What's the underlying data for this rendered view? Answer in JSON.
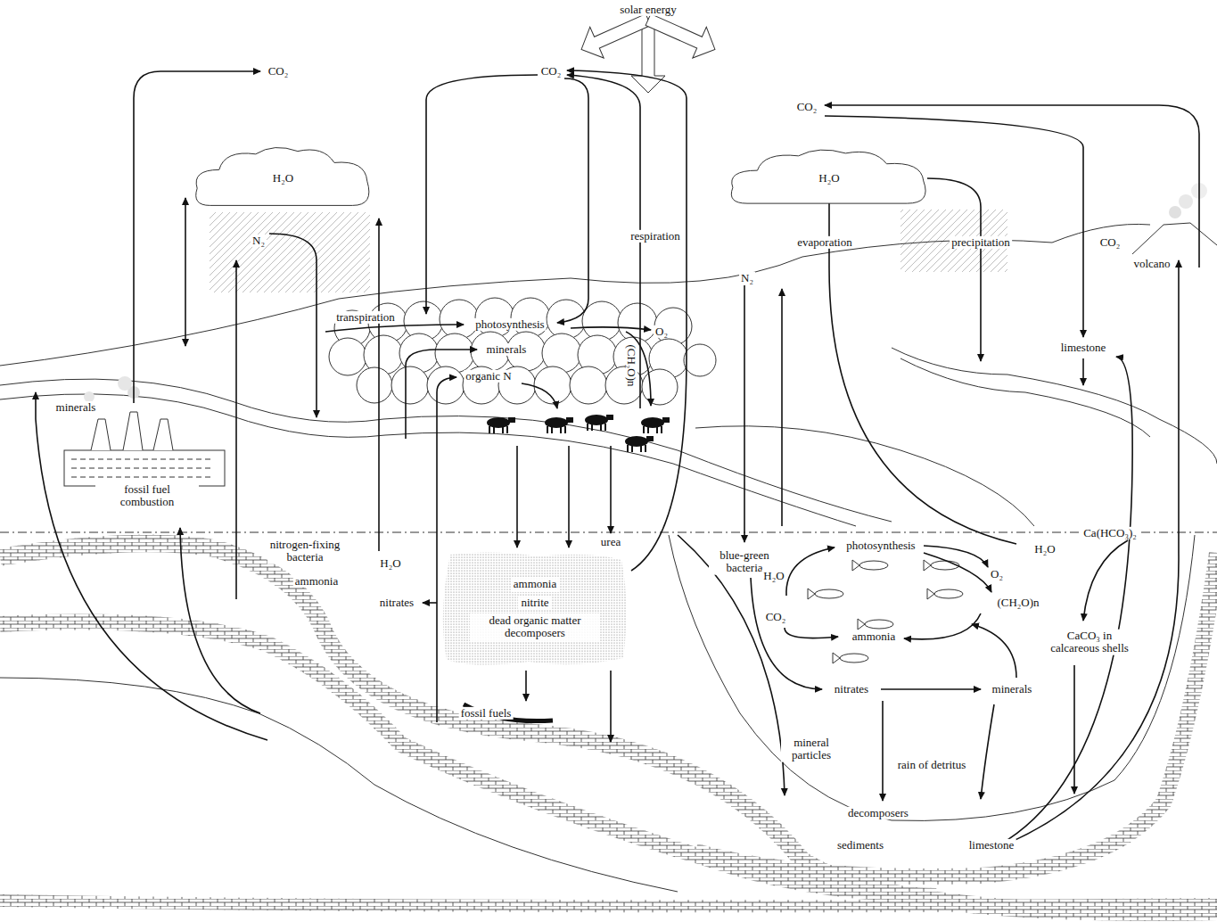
{
  "diagram": {
    "nodes": [
      {
        "text": [
          "H₂O"
        ]
      },
      {
        "text": [
          "H₂O"
        ]
      },
      {
        "text": [
          "ammonia",
          "nitrite",
          "dead organic matter decomposers"
        ]
      }
    ],
    "labels": [
      "solar energy",
      "CO₂",
      "CO₂",
      "CO₂",
      "respiration",
      "evaporation",
      "precipitation",
      "N₂",
      "N₂",
      "CO₂",
      "volcano",
      "transpiration",
      "photosynthesis",
      "O₂",
      "minerals",
      "(CH₂O)n",
      "organic N",
      "limestone",
      "minerals",
      "fossil fuel combustion",
      "nitrogen-fixing bacteria",
      "H₂O",
      "ammonia",
      "urea",
      "nitrates",
      "blue-green bacteria",
      "photosynthesis",
      "H₂O",
      "Ca(HCO₃)₂",
      "H₂O",
      "O₂",
      "(CH₂O)n",
      "CO₂",
      "ammonia",
      "CaCO₃ in calcareous shells",
      "nitrates",
      "minerals",
      "fossil fuels",
      "mineral particles",
      "rain of detritus",
      "decomposers",
      "sediments",
      "limestone"
    ]
  }
}
